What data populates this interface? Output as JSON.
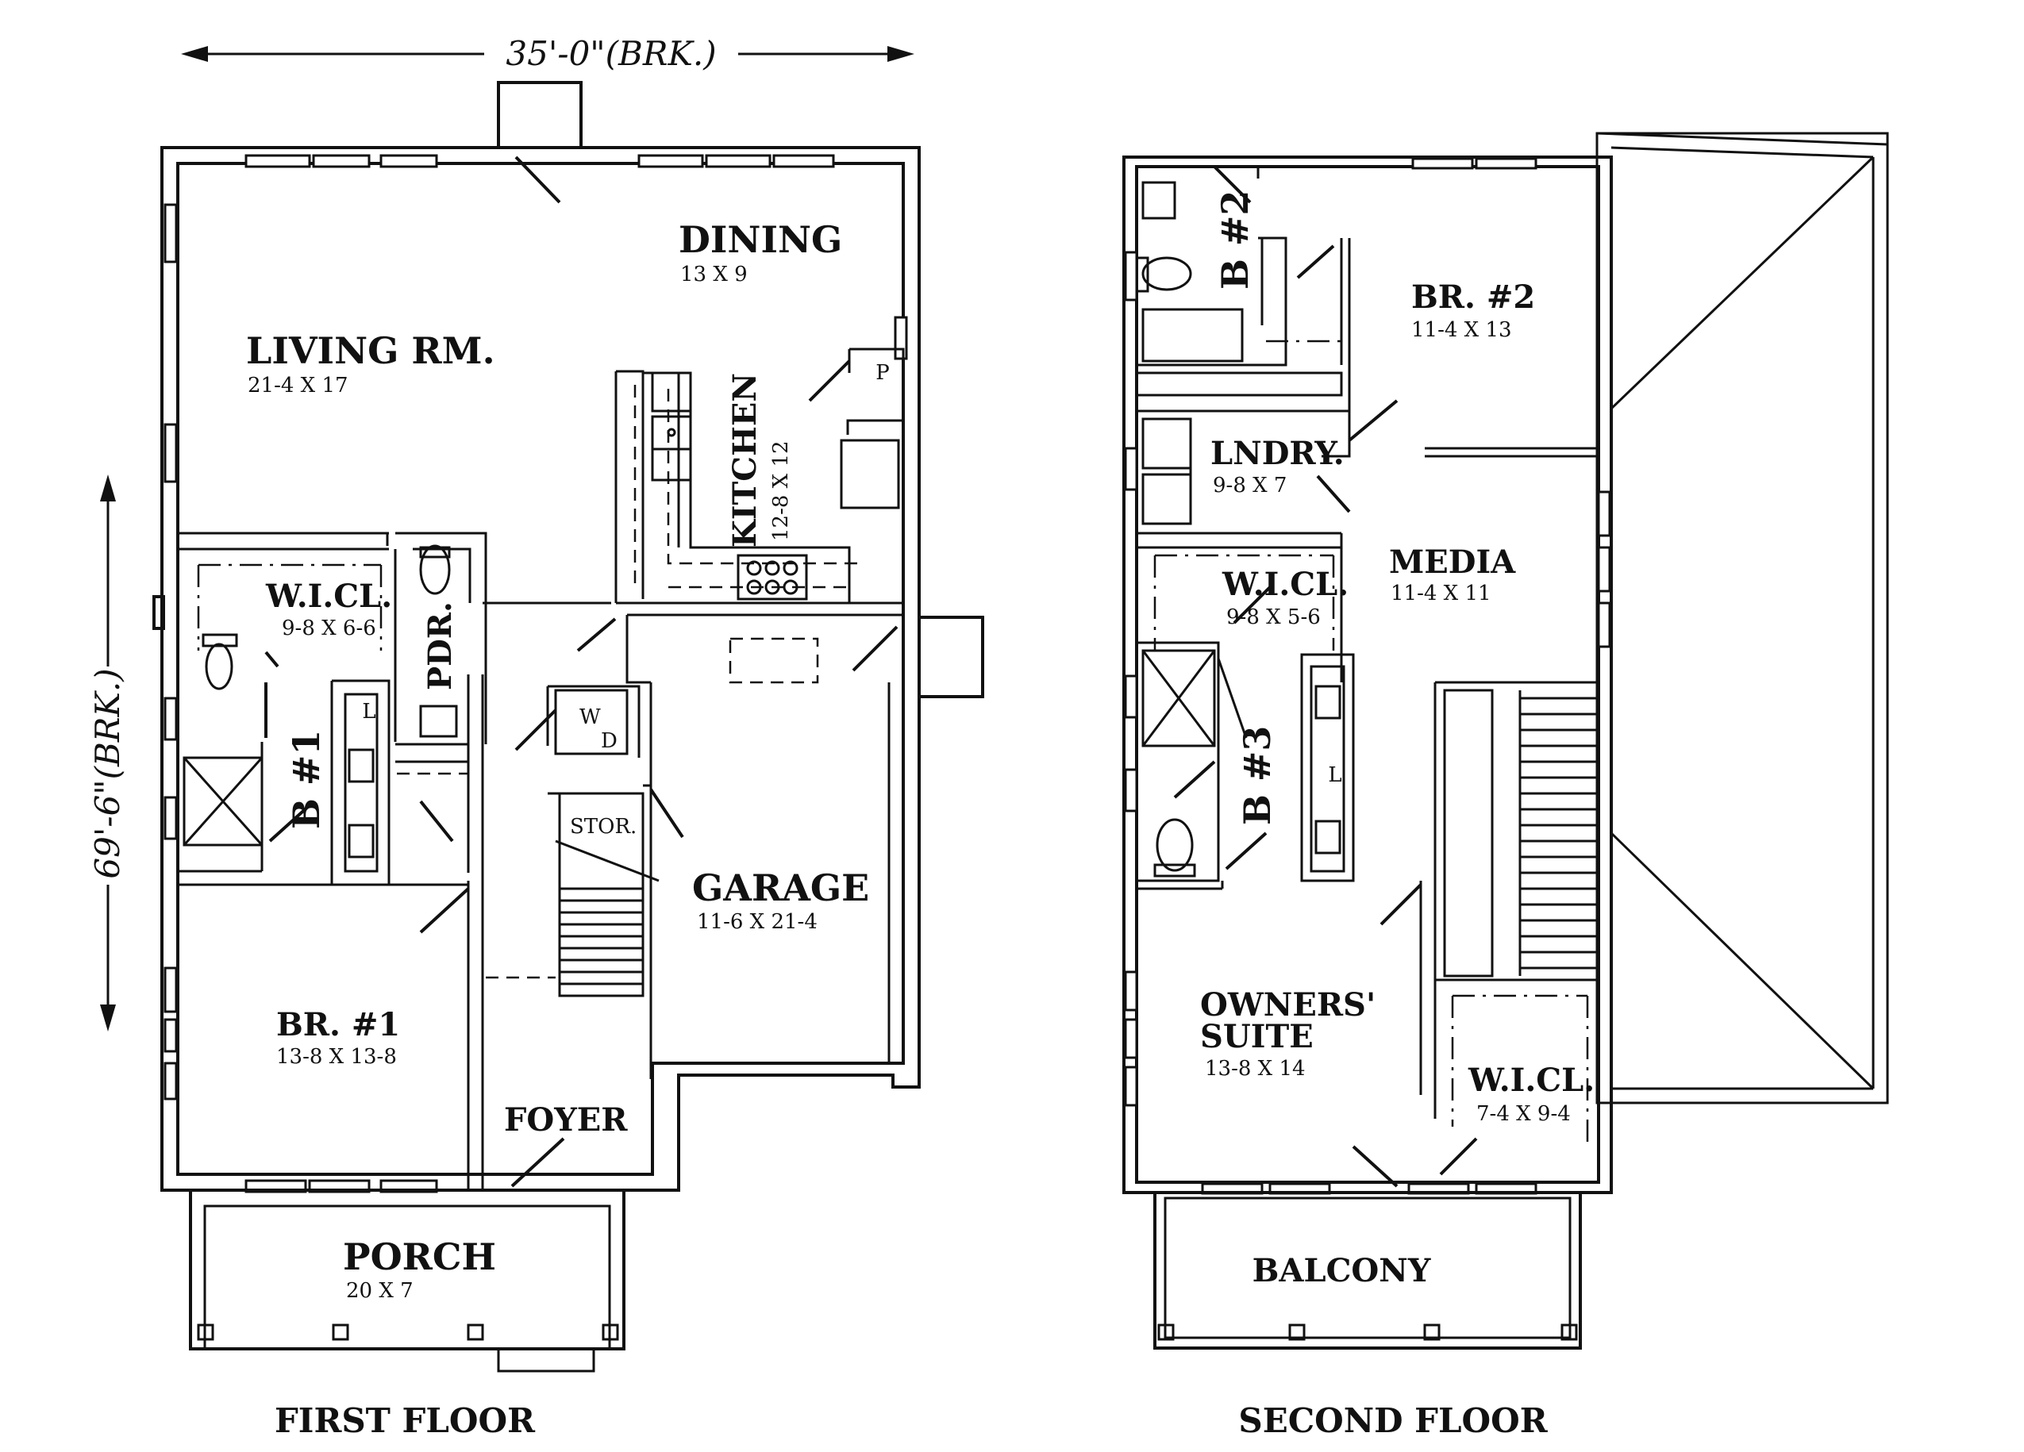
{
  "dimensions": {
    "width": "35'-0\"(BRK.)",
    "depth": "69'-6\"(BRK.)"
  },
  "floors": [
    {
      "title": "FIRST FLOOR"
    },
    {
      "title": "SECOND FLOOR"
    }
  ],
  "rooms": {
    "dining": {
      "name": "DINING",
      "size": "13 X 9"
    },
    "living": {
      "name": "LIVING RM.",
      "size": "21-4 X 17"
    },
    "kitchen": {
      "name": "KITCHEN",
      "size": "12-8 X 12"
    },
    "wicl1": {
      "name": "W.I.CL.",
      "size": "9-8 X 6-6"
    },
    "pdr": {
      "name": "PDR."
    },
    "bath1": {
      "name": "B #1"
    },
    "stor": {
      "name": "STOR."
    },
    "garage": {
      "name": "GARAGE",
      "size": "11-6 X 21-4"
    },
    "br1": {
      "name": "BR. #1",
      "size": "13-8 X 13-8"
    },
    "foyer": {
      "name": "FOYER"
    },
    "porch": {
      "name": "PORCH",
      "size": "20 X 7"
    },
    "bath2": {
      "name": "B #2"
    },
    "br2": {
      "name": "BR. #2",
      "size": "11-4 X 13"
    },
    "laundry": {
      "name": "LNDRY.",
      "size": "9-8 X 7"
    },
    "wicl2": {
      "name": "W.I.CL.",
      "size": "9-8 X 5-6"
    },
    "media": {
      "name": "MEDIA",
      "size": "11-4 X 11"
    },
    "bath3": {
      "name": "B #3"
    },
    "owners1": {
      "name": "OWNERS'"
    },
    "owners2": {
      "name": "SUITE",
      "size": "13-8 X 14"
    },
    "wicl3": {
      "name": "W.I.CL.",
      "size": "7-4 X 9-4"
    },
    "balcony": {
      "name": "BALCONY"
    }
  },
  "fixture_marks": {
    "pantry": "P",
    "linen": "L",
    "washer": "W",
    "dryer": "D"
  }
}
